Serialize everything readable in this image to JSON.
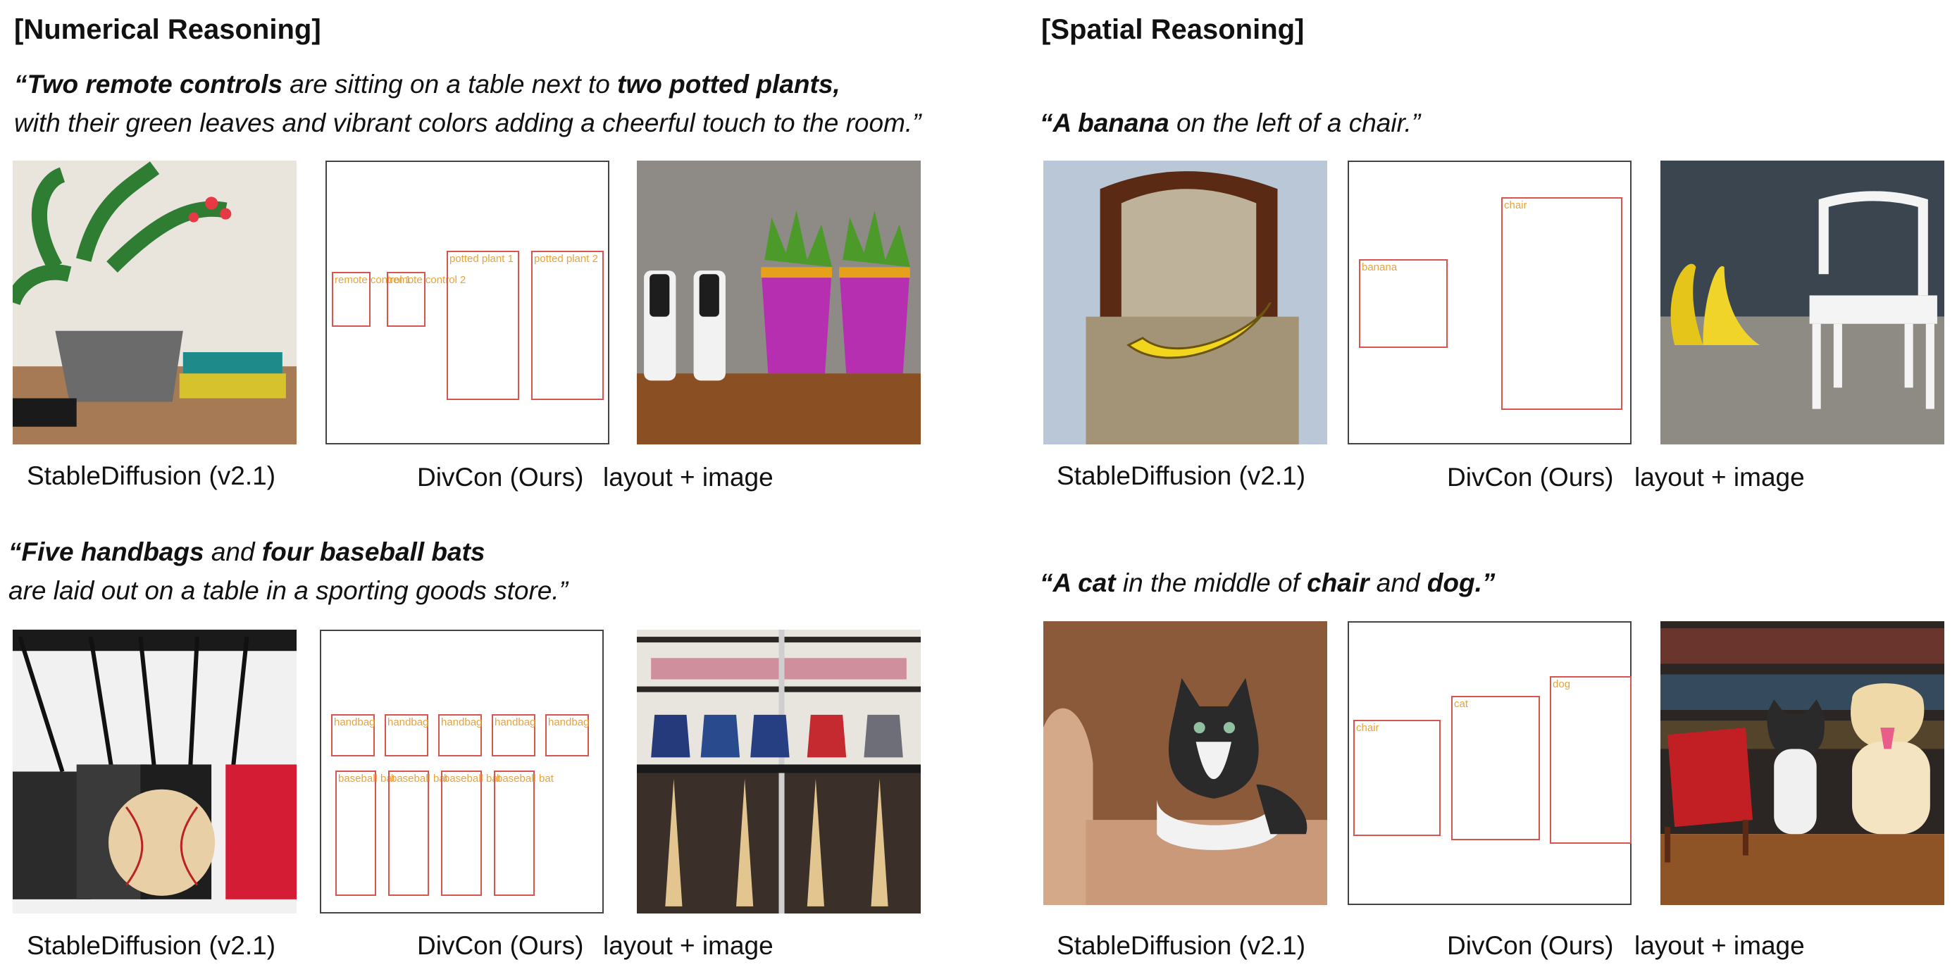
{
  "sections": {
    "numerical": {
      "title": "[Numerical Reasoning]"
    },
    "spatial": {
      "title": "[Spatial Reasoning]"
    }
  },
  "captions": {
    "sd": "StableDiffusion (v2.1)",
    "divcon": "DivCon (Ours)",
    "layout_image": "layout + image"
  },
  "examples": [
    {
      "prompt_lines": [
        [
          {
            "t": "“Two remote controls",
            "b": true
          },
          {
            "t": " are sitting on a table next to ",
            "b": false
          },
          {
            "t": "two potted plants,",
            "b": true
          }
        ],
        [
          {
            "t": "with their green leaves and vibrant colors adding a cheerful touch to the room.”",
            "b": false
          }
        ]
      ],
      "layout_labels": [
        "remote control 1",
        "remote control 2",
        "potted plant 1",
        "potted plant 2"
      ]
    },
    {
      "prompt_lines": [
        [
          {
            "t": "“Five handbags",
            "b": true
          },
          {
            "t": " and ",
            "b": false
          },
          {
            "t": "four baseball bats",
            "b": true
          }
        ],
        [
          {
            "t": "are laid out on a table in a sporting goods store.”",
            "b": false
          }
        ]
      ],
      "layout_labels": [
        "handbag",
        "handbag",
        "handbag",
        "handbag",
        "handbag",
        "baseball bat",
        "baseball bat",
        "baseball bat",
        "baseball bat"
      ]
    },
    {
      "prompt_lines": [
        [
          {
            "t": "“A banana",
            "b": true
          },
          {
            "t": " on the left of a chair.”",
            "b": false
          }
        ]
      ],
      "layout_labels": [
        "banana",
        "chair"
      ]
    },
    {
      "prompt_lines": [
        [
          {
            "t": "“A cat",
            "b": true
          },
          {
            "t": " in the middle of ",
            "b": false
          },
          {
            "t": "chair",
            "b": true
          },
          {
            "t": " and ",
            "b": false
          },
          {
            "t": "dog.”",
            "b": true
          }
        ]
      ],
      "layout_labels": [
        "chair",
        "cat",
        "dog"
      ]
    }
  ],
  "colors": {
    "box_border": "#d9534f",
    "box_label": "#e8a33a"
  }
}
